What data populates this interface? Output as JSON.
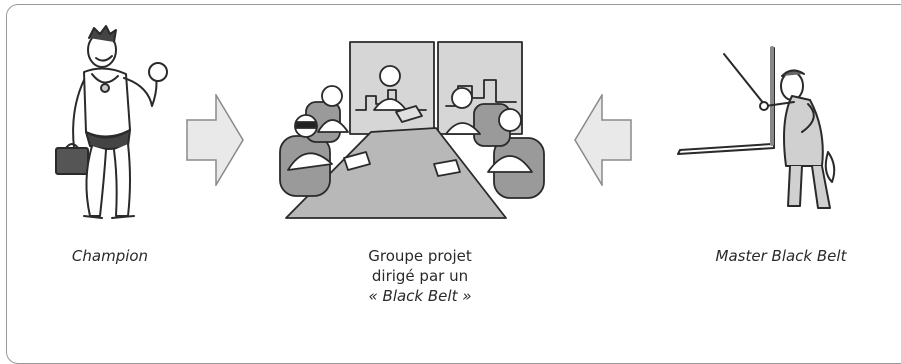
{
  "captions": {
    "champion": "Champion",
    "group_line1": "Groupe projet",
    "group_line2": "dirigé par un",
    "group_line3": "« Black Belt »",
    "master": "Master Black Belt"
  },
  "figures": {
    "champion": "bodybuilder-champion-icon",
    "meeting": "meeting-table-icon",
    "master": "presenter-whiteboard-icon",
    "arrows": [
      "arrow-right-icon",
      "arrow-left-icon"
    ]
  },
  "colors": {
    "arrow_fill": "#e9e9e9",
    "arrow_stroke": "#8a8a8a",
    "frame": "#9a9a9a",
    "ink": "#2a2a2a",
    "gray_fill": "#c8c8c8"
  }
}
